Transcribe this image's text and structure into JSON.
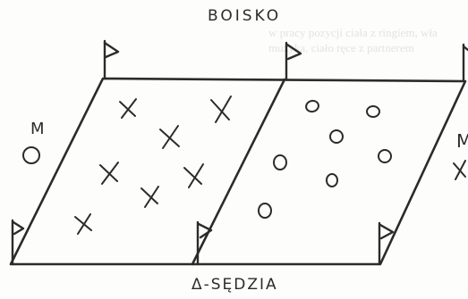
{
  "diagram": {
    "title": "BOISKO",
    "bottom_label": "Δ-SĘDZIA",
    "left_side_label": "M",
    "right_side_label": "M",
    "background_text": [
      "w pracy pozycji ciała z ringiem, wła",
      "muzyka, ciało ręce z partnerem"
    ],
    "left_team_marker": "X",
    "right_team_marker": "O",
    "ink_color": "#2b2b2b"
  }
}
